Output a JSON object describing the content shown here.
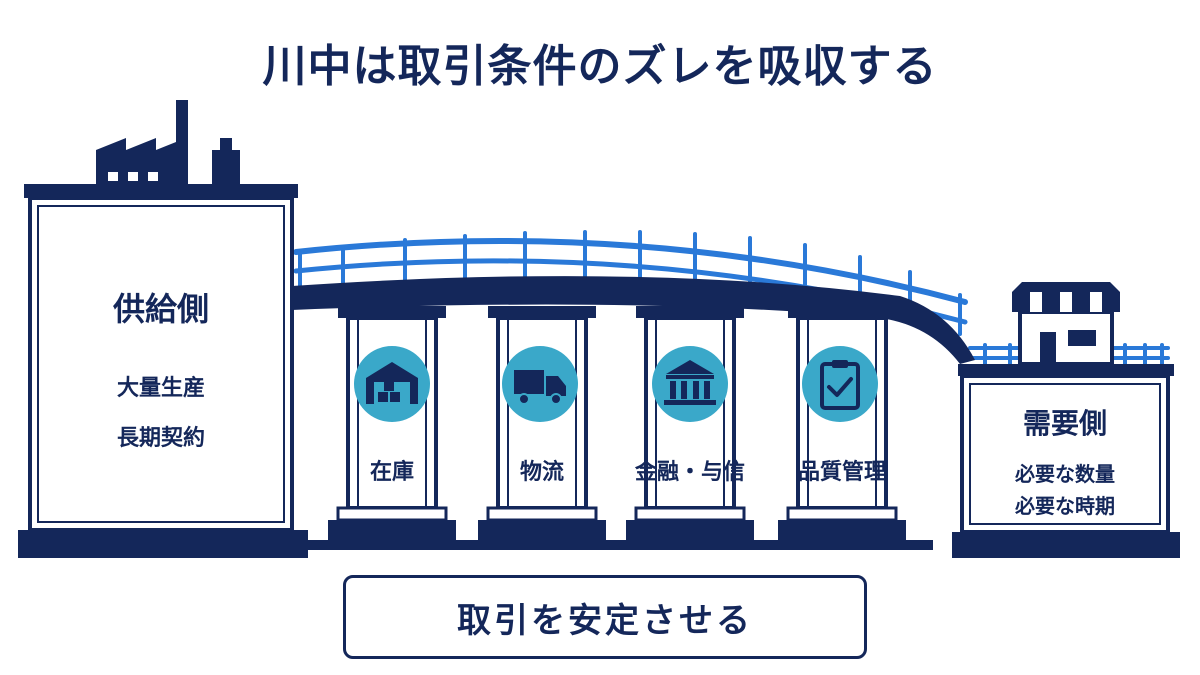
{
  "title": "川中は取引条件のズレを吸収する",
  "supply": {
    "title": "供給側",
    "lines": [
      "大量生産",
      "長期契約"
    ]
  },
  "demand": {
    "title": "需要側",
    "lines": [
      "必要な数量",
      "必要な時期"
    ]
  },
  "pillars": [
    {
      "label": "在庫",
      "icon": "warehouse-icon"
    },
    {
      "label": "物流",
      "icon": "truck-icon"
    },
    {
      "label": "金融・与信",
      "icon": "bank-icon"
    },
    {
      "label": "品質管理",
      "icon": "clipboard-check-icon"
    }
  ],
  "bottom_text": "取引を安定させる",
  "colors": {
    "navy": "#14275a",
    "bridge_rail": "#2a79d8",
    "icon_circle": "#3aa8c9",
    "building_fill": "#ffffff"
  }
}
